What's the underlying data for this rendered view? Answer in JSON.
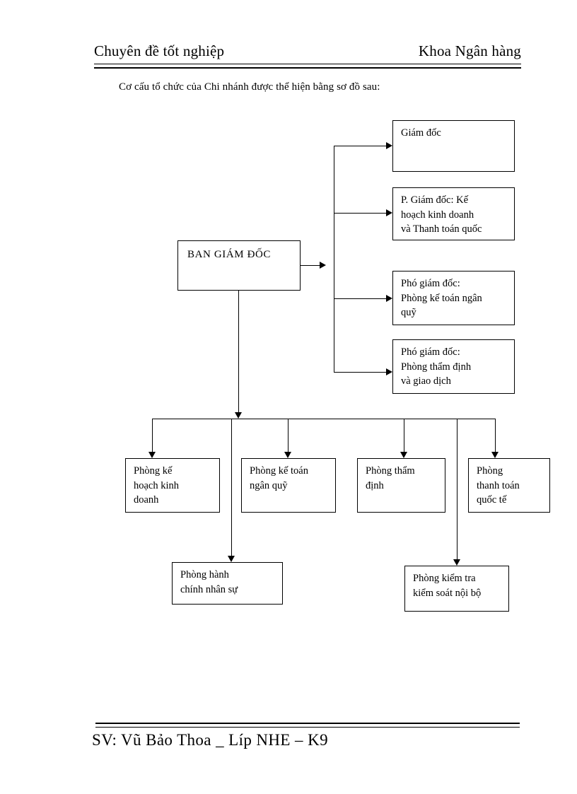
{
  "header": {
    "left_text": "Chuyên đề tốt nghiệp",
    "right_text": "Khoa Ngân hàng"
  },
  "intro": {
    "text": "Cơ cấu tổ chức của Chi nhánh được thể hiện bằng sơ đồ sau:"
  },
  "footer": {
    "text": "SV: Vũ Bảo Thoa _  Líp NHE – K9"
  },
  "diagram": {
    "root": {
      "label": "BAN GIÁM ĐỐC"
    },
    "leadership": [
      {
        "label": "Giám đốc"
      },
      {
        "label": "P. Giám đốc: Kế\nhoạch kinh doanh\nvà Thanh toán quốc"
      },
      {
        "label": "Phó giám đốc:\nPhòng kế toán ngân\nquỹ"
      },
      {
        "label": "Phó giám đốc:\nPhòng thẩm định\nvà giao dịch"
      }
    ],
    "departments": [
      {
        "label": "Phòng kế\nhoạch kinh\ndoanh"
      },
      {
        "label": "Phòng kế toán\nngân quỹ"
      },
      {
        "label": "Phòng thẩm\nđịnh"
      },
      {
        "label": "Phòng\nthanh toán\nquốc tế"
      }
    ],
    "support": [
      {
        "label": "Phòng hành\nchính nhân sự"
      },
      {
        "label": "Phòng kiểm tra\nkiểm soát nội bộ"
      }
    ]
  }
}
